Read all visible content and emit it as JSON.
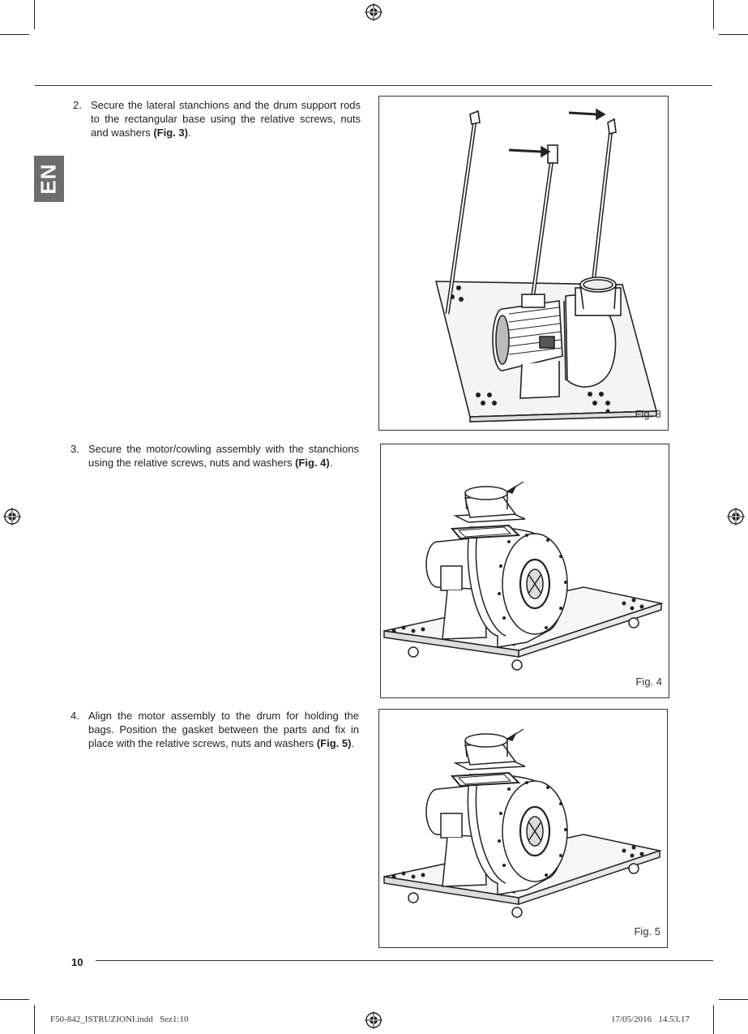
{
  "language_tab": "EN",
  "steps": [
    {
      "number": "2.",
      "text": "Secure the lateral stanchions and the drum support rods to the rectangular base using the relative screws, nuts and washers ",
      "ref": "(Fig. 3)",
      "end": "."
    },
    {
      "number": "3.",
      "text": "Secure the motor/cowling assembly with the stanchions using the relative screws, nuts and washers ",
      "ref": "(Fig. 4)",
      "end": "."
    },
    {
      "number": "4.",
      "text": "Align the motor assembly to the drum for holding the bags. Position the gasket between the parts and fix in place with the relative screws, nuts and washers ",
      "ref": "(Fig. 5)",
      "end": "."
    }
  ],
  "figures": [
    {
      "caption": "Fig. 3"
    },
    {
      "caption": "Fig. 4"
    },
    {
      "caption": "Fig. 5"
    }
  ],
  "page_number": "10",
  "footer": {
    "file": "F50-842_ISTRUZIONI.indd   Sez1:10",
    "timestamp": "17/05/2016   14.53.17"
  }
}
